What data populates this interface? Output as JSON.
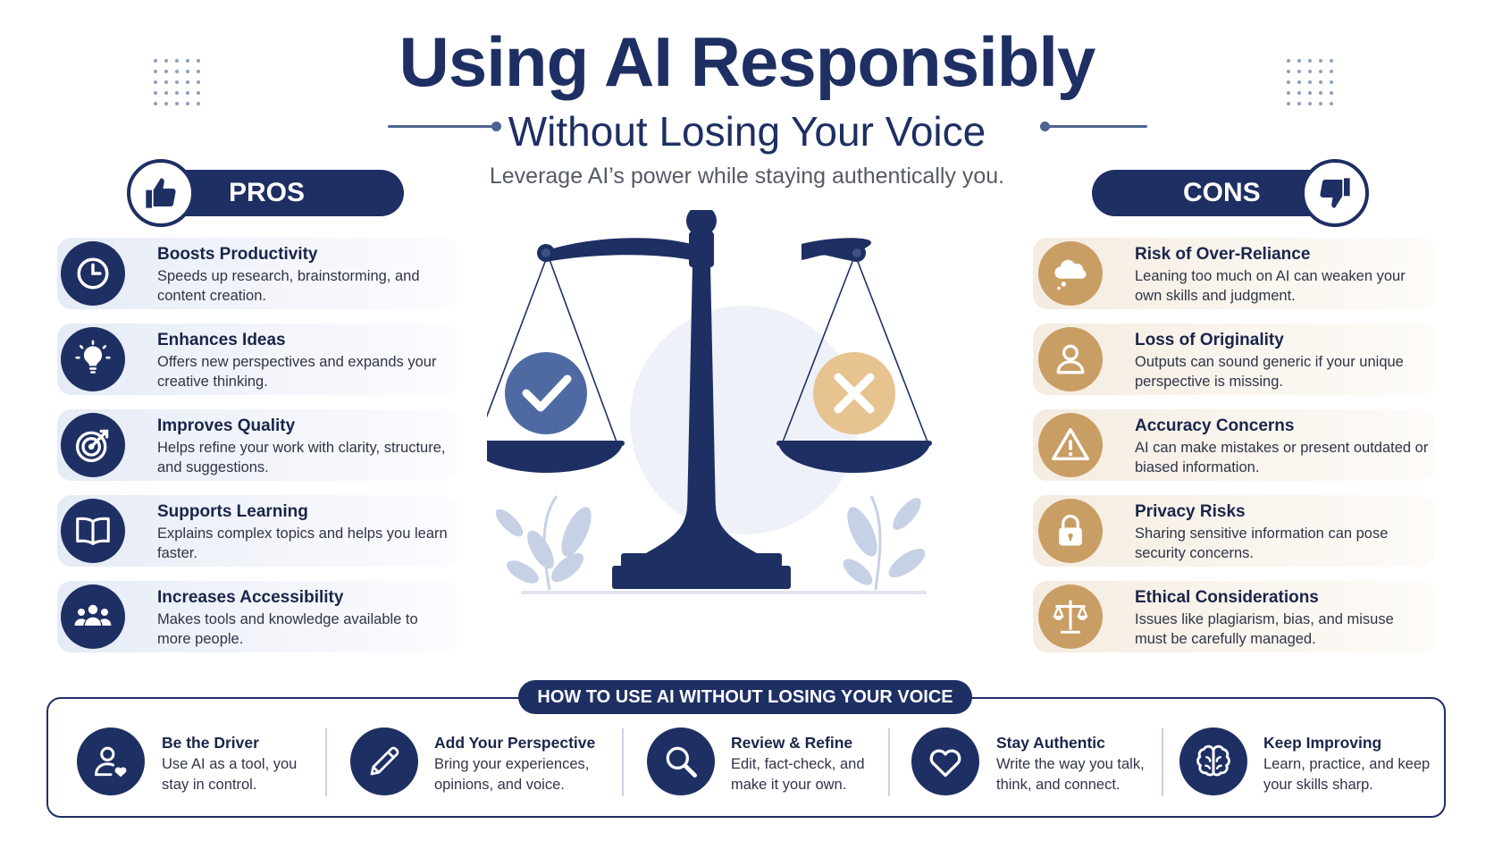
{
  "header": {
    "title": "Using AI Responsibly",
    "subtitle": "Without Losing Your Voice",
    "tagline": "Leverage AI’s power while staying authentically you."
  },
  "pros": {
    "label": "PROS",
    "icon": "thumbs-up-icon",
    "items": [
      {
        "icon": "clock-icon",
        "title": "Boosts Productivity",
        "description": "Speeds up research, brainstorming, and content creation."
      },
      {
        "icon": "lightbulb-icon",
        "title": "Enhances Ideas",
        "description": "Offers new perspectives and expands your creative thinking."
      },
      {
        "icon": "target-icon",
        "title": "Improves Quality",
        "description": "Helps refine your work with clarity, structure, and suggestions."
      },
      {
        "icon": "book-icon",
        "title": "Supports Learning",
        "description": "Explains complex topics and helps you learn faster."
      },
      {
        "icon": "people-icon",
        "title": "Increases Accessibility",
        "description": "Makes tools and knowledge available to more people."
      }
    ]
  },
  "cons": {
    "label": "CONS",
    "icon": "thumbs-down-icon",
    "items": [
      {
        "icon": "thought-cloud-icon",
        "title": "Risk of Over-Reliance",
        "description": "Leaning too much on AI can weaken your own skills and judgment."
      },
      {
        "icon": "person-icon",
        "title": "Loss of Originality",
        "description": "Outputs can sound generic if your unique perspective is missing."
      },
      {
        "icon": "warning-icon",
        "title": "Accuracy Concerns",
        "description": "AI can make mistakes or present outdated or biased information."
      },
      {
        "icon": "padlock-icon",
        "title": "Privacy Risks",
        "description": "Sharing sensitive information can pose security concerns."
      },
      {
        "icon": "scales-icon",
        "title": "Ethical Considerations",
        "description": "Issues like plagiarism, bias, and misuse must be carefully managed."
      }
    ]
  },
  "how_to": {
    "heading": "HOW TO USE AI WITHOUT LOSING YOUR VOICE",
    "tips": [
      {
        "icon": "person-heart-icon",
        "title": "Be the Driver",
        "description": "Use AI as a tool, you stay in control."
      },
      {
        "icon": "pencil-icon",
        "title": "Add Your Perspective",
        "description": "Bring your experiences, opinions, and voice."
      },
      {
        "icon": "magnifier-icon",
        "title": "Review & Refine",
        "description": "Edit, fact-check, and make it your own."
      },
      {
        "icon": "heart-icon",
        "title": "Stay Authentic",
        "description": "Write the way you talk, think, and connect."
      },
      {
        "icon": "brain-icon",
        "title": "Keep Improving",
        "description": "Learn, practice, and keep your skills sharp."
      }
    ]
  },
  "colors": {
    "navy": "#1e2f63",
    "gold": "#c99e64",
    "check_blue": "#4f6aa3",
    "pro_card": "#e5ebf6",
    "con_card": "#f4ece0"
  }
}
